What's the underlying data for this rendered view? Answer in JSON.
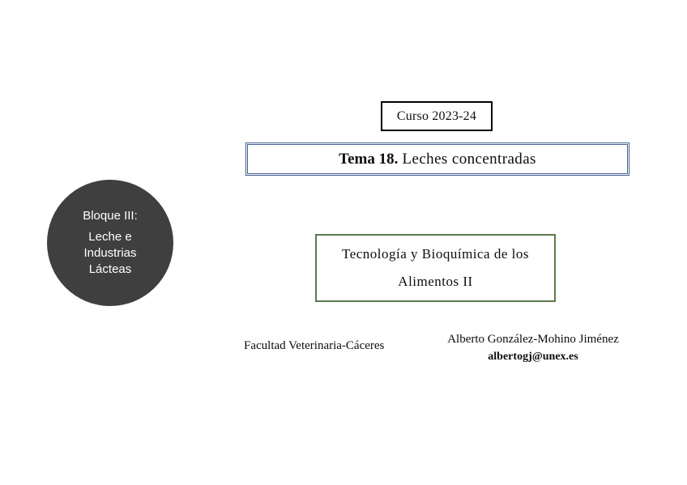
{
  "slide": {
    "background_color": "#ffffff",
    "course_badge": {
      "label": "Curso 2023-24",
      "border_color": "#000000"
    },
    "title": {
      "prefix": "Tema 18.",
      "text": " Leches concentradas",
      "border_color": "#41608f"
    },
    "block_marker": {
      "heading": "Bloque III:",
      "subtitle": "Leche e\nIndustrias\nLácteas",
      "fill_color": "#3f3f3f",
      "text_color": "#ffffff"
    },
    "subject": {
      "line1": "Tecnología y Bioquímica de los",
      "line2": "Alimentos II",
      "border_color": "#5a7a4a"
    },
    "footer": {
      "faculty": "Facultad Veterinaria-Cáceres",
      "author_name": "Alberto González-Mohino Jiménez",
      "author_email": "albertogj@unex.es"
    }
  }
}
